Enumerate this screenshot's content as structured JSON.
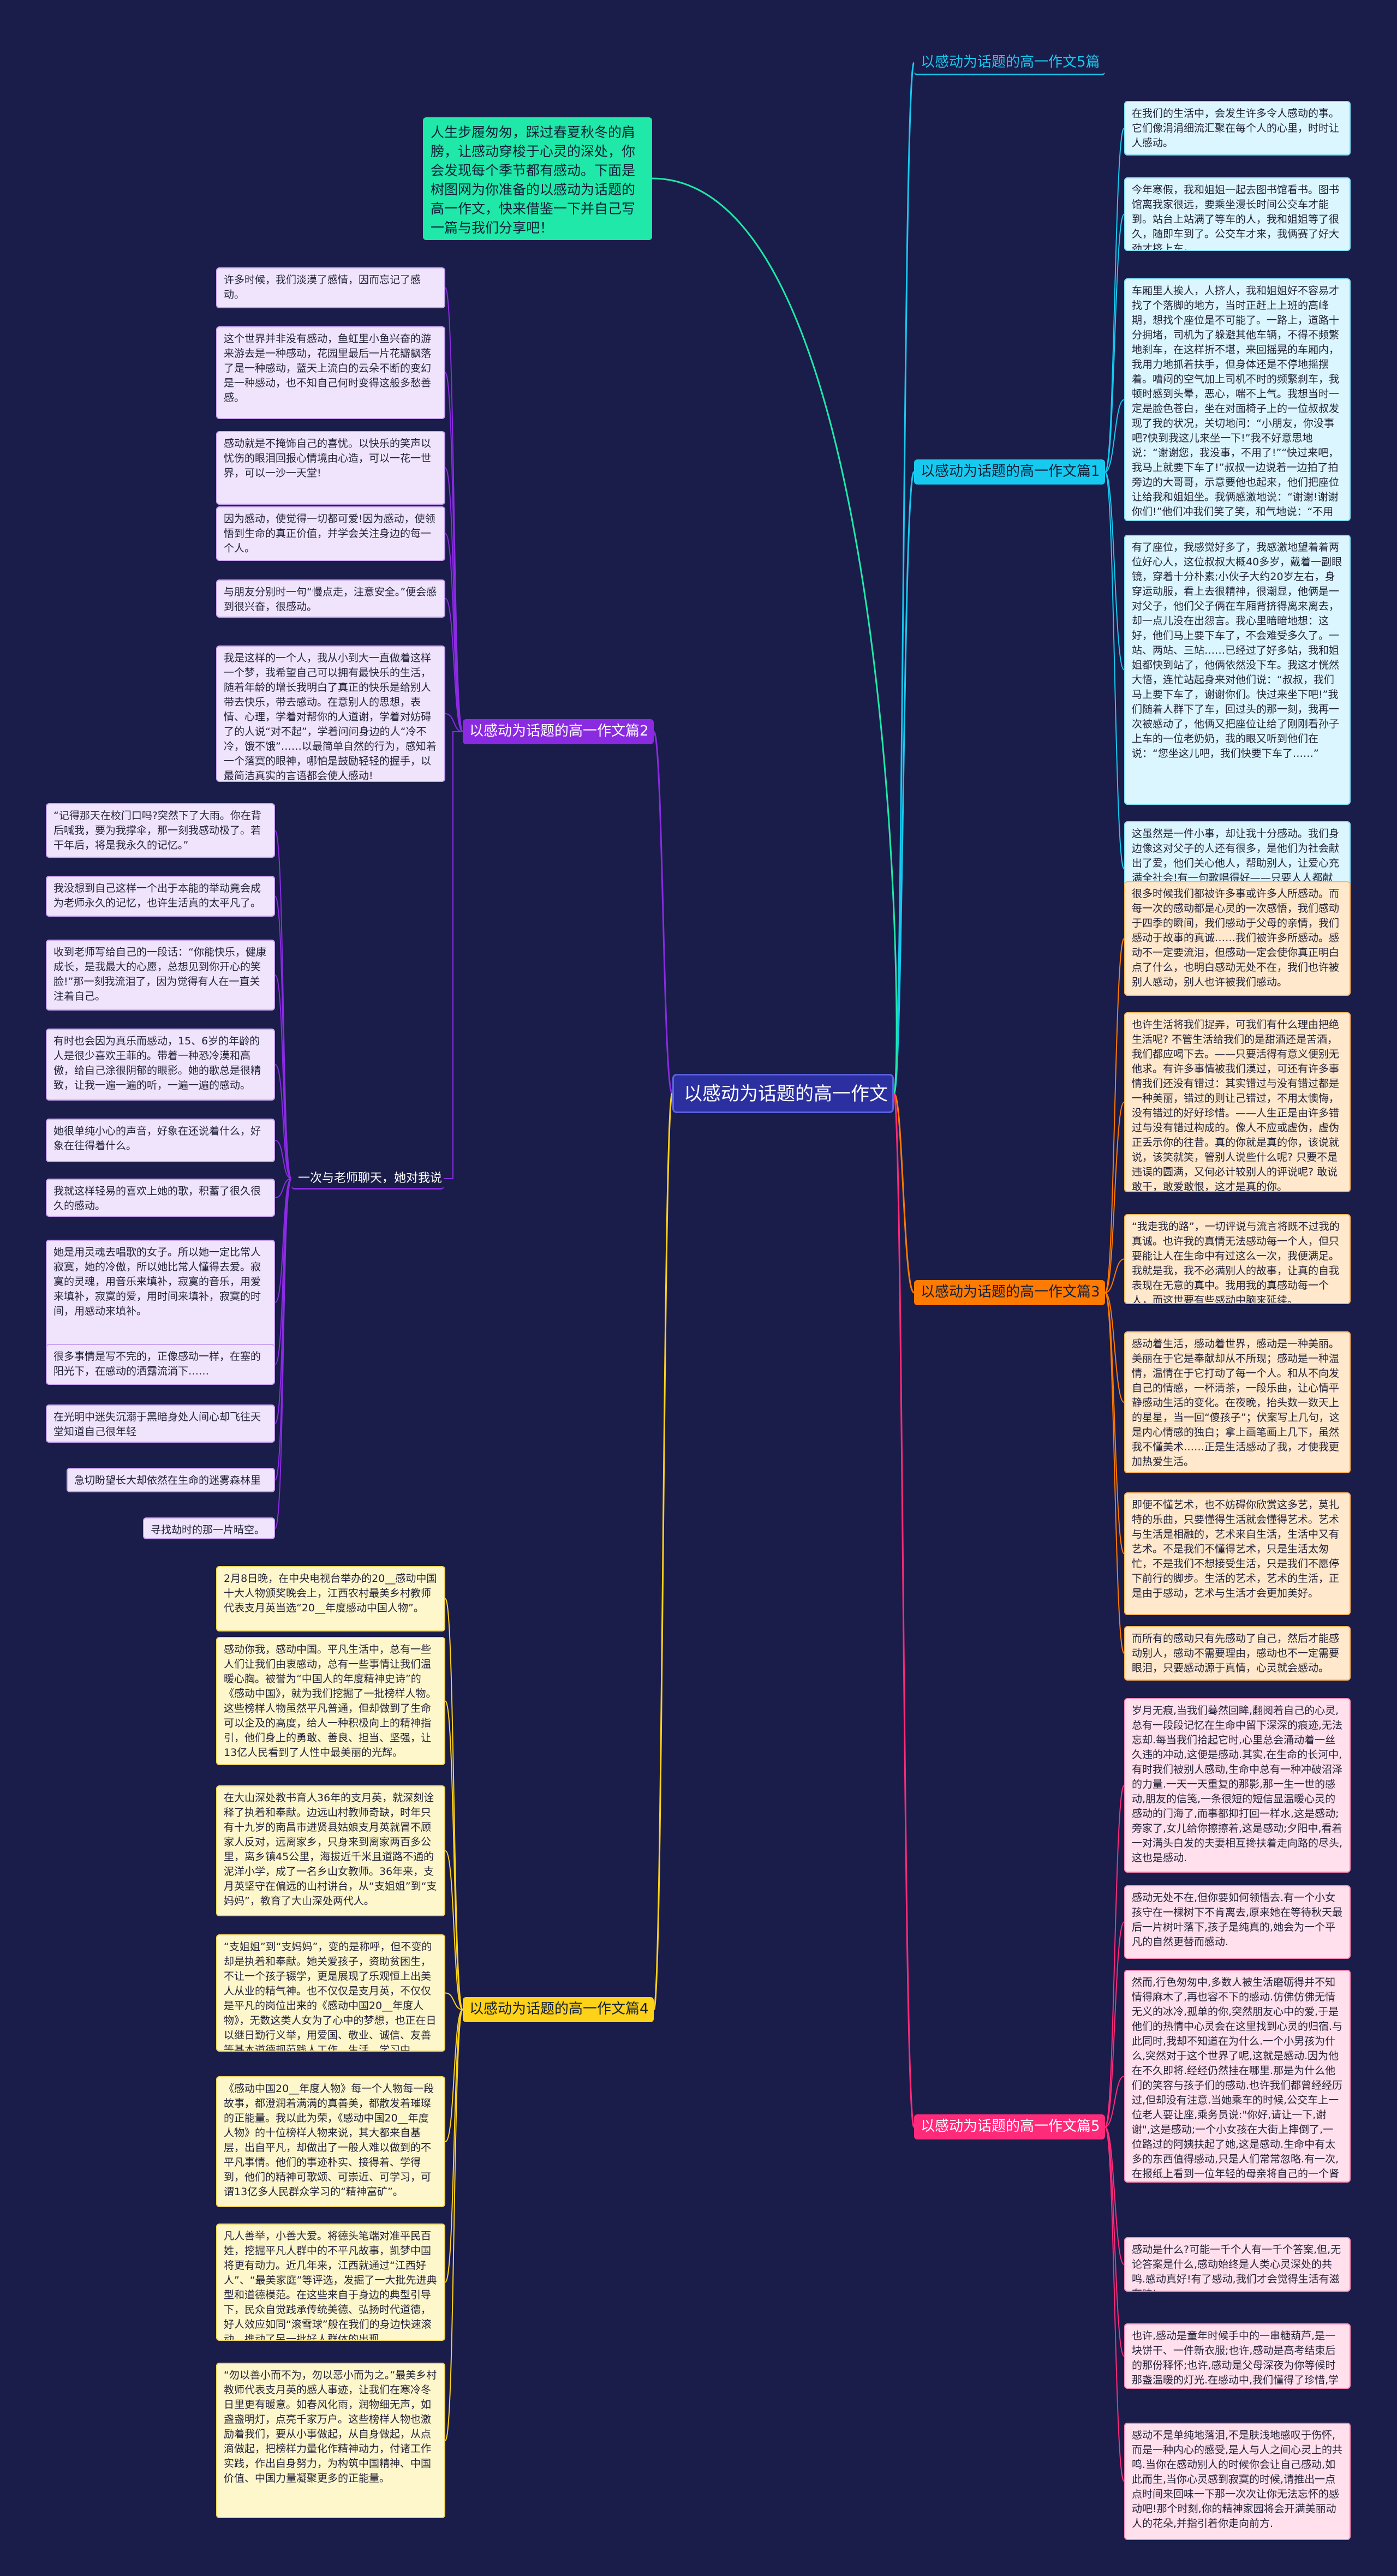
{
  "root": {
    "title": "以感动为话题的高一作文"
  },
  "intro": {
    "text": "人生步履匆匆，踩过春夏秋冬的肩膀，让感动穿梭于心灵的深处，你会发现每个季节都有感动。下面是树图网为你准备的以感动为话题的高一作文，快来借鉴一下并自己写一篇与我们分享吧！"
  },
  "colors": {
    "background": "#1a1c4a",
    "root": "#2b2fa0",
    "intro": "#1fe8a8",
    "b5": "#17c9ee",
    "b1": "#17c9ee",
    "b2": "#8a2be2",
    "b3": "#ff7a00",
    "b4": "#ffd21a",
    "b5b": "#ff2a7a"
  },
  "branches": [
    {
      "id": "b5top",
      "label": "以感动为话题的高一作文5篇",
      "side": "right",
      "color": "#17c9ee",
      "text_color": "#17c9ee",
      "fill": "none",
      "leaves": []
    },
    {
      "id": "b1",
      "label": "以感动为话题的高一作文篇1",
      "side": "right",
      "color": "#17c9ee",
      "text_color": "#12203a",
      "fill": "#17c9ee",
      "leaf_fill": "#dbf6fe",
      "leaf_border": "#7fdcf4",
      "leaves": [
        "在我们的生活中，会发生许多令人感动的事。它们像涓涓细流汇聚在每个人的心里，时时让人感动。",
        "今年寒假，我和姐姐一起去图书馆看书。图书馆离我家很远，要乘坐漫长时间公交车才能到。站台上站满了等车的人，我和姐姐等了很久，随即车到了。公交车才来，我俩赛了好大劲才挤上车。",
        "车厢里人挨人，人挤人，我和姐姐好不容易才找了个落脚的地方，当时正赶上上班的高峰期，想找个座位是不可能了。一路上，道路十分拥堵，司机为了躲避其他车辆，不得不频繁地刹车，在这样折不堪，来回摇晃的车厢内，我用力地抓着扶手，但身体还是不停地摇摆着。嘈闷的空气加上司机不时的频繁刹车，我顿时感到头晕，恶心，喘不上气。我想当时一定是脸色苍白，坐在对面椅子上的一位叔叔发现了我的状况，关切地问：“小朋友，你没事吧?快到我这儿来坐一下!”我不好意思地说：“谢谢您，我没事，不用了!”“快过来吧，我马上就要下车了!”叔叔一边说着一边拍了拍旁边的大哥哥，示意要他也起来，他们把座位让给我和姐姐坐。我俩感激地说：“谢谢!谢谢你们!”他们冲我们笑了笑，和气地说：“不用客气!”",
        "有了座位，我感觉好多了，我感激地望着着两位好心人，这位叔叔大概40多岁，戴着一副眼镜，穿着十分朴素;小伙子大约20岁左右，身穿运动服，看上去很精神，很潮显，他俩是一对父子，他们父子俩在车厢背挤得离来离去，却一点儿没在出怨言。我心里暗暗地想：这好，他们马上要下车了，不会难受多久了。一站、两站、三站……已经过了好多站，我和姐姐都快到站了，他俩依然没下车。我这才恍然大悟，连忙站起身来对他们说：“叔叔，我们马上要下车了，谢谢你们。快过来坐下吧!”我们随着人群下了车，回过头的那一刻，我再一次被感动了，他俩又把座位让给了刚刚看孙子上车的一位老奶奶，我的眼又听到他们在说：“您坐这儿吧，我们快要下车了……”",
        "这虽然是一件小事，却让我十分感动。我们身边像这对父子的人还有很多，是他们为社会献出了爱，他们关心他人，帮助别人，让爱心充满全社会!有一句歌唱得好——只要人人都献出一点爱，世界将变成美好的人间。"
      ]
    },
    {
      "id": "b2",
      "label": "以感动为话题的高一作文篇2",
      "side": "left",
      "color": "#8a2be2",
      "text_color": "#ffffff",
      "fill": "#8a2be2",
      "leaf_fill": "#efe4fb",
      "leaf_border": "#c9a6f0",
      "leaves": [
        "许多时候，我们淡漠了感情，因而忘记了感动。",
        "这个世界并非没有感动，鱼虹里小鱼兴奋的游来游去是一种感动，花园里最后一片花瓣飘落了是一种感动，蓝天上流白的云朵不断的变幻是一种感动，也不知自己何时变得这般多愁善感。",
        "感动就是不掩饰自己的喜忧。以快乐的笑声以忧伤的眼泪回报心情境由心造，可以一花一世界，可以一沙一天堂!",
        "因为感动，使觉得一切都可爱!因为感动，使领悟到生命的真正价值，并学会关注身边的每一个人。",
        "与朋友分别时一句“慢点走，注意安全。”便会感到很兴奋，很感动。",
        "我是这样的一个人，我从小到大一直做着这样一个梦，我希望自己可以拥有最快乐的生活，随着年龄的增长我明白了真正的快乐是给别人带去快乐，带去感动。在意别人的思想，表情、心理，学着对帮你的人道谢，学着对妨碍了的人说“对不起”，学着问问身边的人“冷不冷，饿不饿”……以最简单自然的行为，感知着一个落寞的眼神，哪怕是鼓励轻轻的握手，以最简洁真实的言语都会使人感动!"
      ]
    },
    {
      "id": "b2sub",
      "label": "一次与老师聊天，她对我说：",
      "side": "left",
      "color": "#8a2be2",
      "text_color": "#ffffff",
      "fill": "none",
      "leaf_fill": "#efe4fb",
      "leaf_border": "#c9a6f0",
      "leaves": [
        "“记得那天在校门口吗?突然下了大雨。你在背后喊我，要为我撑伞，那一刻我感动极了。若干年后，将是我永久的记忆。”",
        "我没想到自己这样一个出于本能的举动竟会成为老师永久的记忆，也许生活真的太平凡了。",
        "收到老师写给自己的一段话：“你能快乐，健康成长，是我最大的心愿，总想见到你开心的笑脸!”那一刻我流泪了，因为觉得有人在一直关注着自己。",
        "有时也会因为真乐而感动，15、6岁的年龄的人是很少喜欢王菲的。带着一种恐冷漠和高傲，给自己涂很阴郁的眼影。她的歌总是很精致，让我一遍一遍的听，一遍一遍的感动。",
        "她很单纯小心的声音，好象在还说着什么，好象在往得着什么。",
        "我就这样轻易的喜欢上她的歌，积蓄了很久很久的感动。",
        "她是用灵魂去唱歌的女子。所以她一定比常人寂寞，她的冷傲，所以她比常人懂得去爱。寂寞的灵魂，用音乐来填补，寂寞的音乐，用爱来填补，寂寞的爱，用时间来填补，寂寞的时间，用感动来填补。",
        "很多事情是写不完的，正像感动一样，在塞的阳光下，在感动的洒露流淌下……",
        "在光明中迷失沉溺于黑暗身处人间心却飞往天堂知道自己很年轻",
        "急切盼望长大却依然在生命的迷雾森林里",
        "寻找劫时的那一片晴空。"
      ]
    },
    {
      "id": "b3",
      "label": "以感动为话题的高一作文篇3",
      "side": "right",
      "color": "#ff7a00",
      "text_color": "#12203a",
      "fill": "#ff7a00",
      "leaf_fill": "#ffe8cc",
      "leaf_border": "#ffb45a",
      "leaves": [
        "很多时候我们都被许多事或许多人所感动。而每一次的感动都是心灵的一次感悟，我们感动于四季的瞬间，我们感动于父母的亲情，我们感动于故事的真诚……我们被许多所感动。感动不一定要流泪，但感动一定会使你真正明白点了什么，也明白感动无处不在，我们也许被别人感动，别人也许被我们感动。",
        "也许生活将我们捉弄，可我们有什么理由把绝生活呢? 不管生活给我们的是甜酒还是苦酒，我们都应喝下去。——只要活得有意义便别无他求。有许多事情被我们漠过，可还有许多事情我们还没有错过：其实错过与没有错过都是一种美丽，错过的则让己错过，不用太懊悔，没有错过的好好珍惜。——人生正是由许多错过与没有错过构成的。像人不应或虚伪，虚伪正丢示你的往昔。真的你就是真的你，该说就说，该笑就笑，管别人说些什么呢? 只要不是违误的圆满，又何必计较别人的评说呢? 敢说敢干，敢爱敢恨，这才是真的你。",
        "“我走我的路”，一切评说与流言将既不过我的真诚。也许我的真情无法感动每一个人，但只要能让人在生命中有过这么一次，我便满足。我就是我，我不必满别人的故事，让真的自我表现在无意的真中。我用我的真感动每一个人，而这世要有些感动中脑来延续。",
        "感动着生活，感动着世界，感动是一种美丽。美丽在于它是奉献却从不所现；感动是一种温情，温情在于它打动了每一个人。和从不向发自己的情感，一杯清茶，一段乐曲，让心情平静感动生活的变化。在夜晚，抬头数一数天上的星星，当一回“傻孩子”；伏案写上几句，这是内心情感的独白；拿上画笔画上几下，虽然我不懂美术……正是生活感动了我，才使我更加热爱生活。",
        "即便不懂艺术，也不妨碍你欣赏这多艺，莫扎特的乐曲，只要懂得生活就会懂得艺术。艺术与生活是相融的，艺术来自生活，生活中又有艺术。不是我们不懂得艺术，只是生活太匆忙，不是我们不想接受生活，只是我们不愿停下前行的脚步。生活的艺术，艺术的生活，正是由于感动，艺术与生活才会更加美好。",
        "而所有的感动只有先感动了自己，然后才能感动别人，感动不需要理由，感动也不一定需要眼泪，只要感动源于真情，心灵就会感动。"
      ]
    },
    {
      "id": "b4",
      "label": "以感动为话题的高一作文篇4",
      "side": "left",
      "color": "#ffd21a",
      "text_color": "#12203a",
      "fill": "#ffd21a",
      "leaf_fill": "#fff7cc",
      "leaf_border": "#f2d660",
      "leaves": [
        "2月8日晚，在中央电视台举办的20__感动中国十大人物颁奖晚会上，江西农村最美乡村教师代表支月英当选“20__年度感动中国人物”。",
        "感动你我，感动中国。平凡生活中，总有一些人们让我们由衷感动，总有一些事情让我们温暖心胸。被誉为“中国人的年度精神史诗”的《感动中国》，就为我们挖掘了一批榜样人物。这些榜样人物虽然平凡普通，但却做到了生命可以企及的高度，给人一种积极向上的精神指引，他们身上的勇敢、善良、担当、坚强，让13亿人民看到了人性中最美丽的光辉。",
        "在大山深处教书育人36年的支月英，就深刻诠释了执着和奉献。边远山村教师奇缺，时年只有十九岁的南昌市进贤县姑娘支月英就冒不顾家人反对，远离家乡，只身来到离家两百多公里，离乡镇45公里，海拔近千米且道路不通的泥洋小学，成了一名乡山女教师。36年来，支月英坚守在偏远的山村讲台，从“支姐姐”到“支妈妈”，教育了大山深处两代人。",
        "“支姐姐”到“支妈妈”，变的是称呼，但不变的却是执着和奉献。她关爱孩子，资助贫困生，不让一个孩子辍学，更是展现了乐观恒上出美人从业的精气神。也不仅仅是支月英，不仅仅是平凡的岗位出来的《感动中国20__年度人物》，无数这类人女为了心中的梦想，也正在日以继日勤行义举，用爱国、敬业、诚信、友善等基本道德规范践人工作、生活、学习中。",
        "《感动中国20__年度人物》每一个人物每一段故事，都澄润着满满的真善美，都散发着璀璨的正能量。我以此为荣，《感动中国20__年度人物》的十位榜样人物来说，其大都来自基层，出自平凡，却做出了一般人难以做到的不平凡事情。他们的事迹朴实、接得着、学得到，他们的精神可歌颂、可崇近、可学习，可谓13亿多人民群众学习的“精神富矿”。",
        "凡人善举，小善大爱。将德头笔端对准平民百姓，挖掘平凡人群中的不平凡故事，凯梦中国将更有动力。近几年来，江西就通过“江西好人”、“最美家庭”等评选，发掘了一大批先进典型和道德模范。在这些来自于身边的典型引导下，民众自觉践承传统美德、弘扬时代道德，好人效应如同“滚雪球”般在我们的身边快速滚动，推动了另一批好人群体的出现。",
        "“勿以善小而不为，勿以恶小而为之。”最美乡村教师代表支月英的感人事迹，让我们在寒冷冬日里更有暖意。如春风化雨，润物细无声，如盏盏明灯，点亮千家万户。这些榜样人物也激励着我们，要从小事做起，从自身做起，从点滴做起，把榜样力量化作精神动力，付诸工作实践，作出自身努力，为构筑中国精神、中国价值、中国力量凝聚更多的正能量。"
      ]
    },
    {
      "id": "b5",
      "label": "以感动为话题的高一作文篇5",
      "side": "right",
      "color": "#ff2a7a",
      "text_color": "#ffffff",
      "fill": "#ff2a7a",
      "leaf_fill": "#ffe0ec",
      "leaf_border": "#ff8ab5",
      "leaves": [
        "岁月无痕,当我们蓦然回眸,翻阅着自己的心灵,总有一段段记忆在生命中留下深深的痕迹,无法忘却.每当我们拾起它时,心里总会涌动着一丝久违的冲动,这便是感动.其实,在生命的长河中,有时我们被别人感动,生命中总有一种冲破沼泽的力量.一天一天重复的那影,那一生一世的感动,朋友的信笺,一条很短的短信显温暖心灵的感动的门海了,而事都抑打回一样水,这是感动;旁家了,女儿给你擦擦着,这是感动;夕阳中,看着一对满头白发的夫妻相互搀扶着走向路的尽头,这也是感动.",
        "感动无处不在,但你要如何领悟去.有一个小女孩守在一棵树下不肯离去,原来她在等待秋天最后一片树叶落下,孩子是纯真的,她会为一个平凡的自然更替而感动.",
        "然而,行色匆匆中,多数人被生活磨砺得并不知情得麻木了,再也容不下的感动.仿佛仿佛无情无义的冰冷,孤单的你,突然朋友心中的爱,于是他们的热情中心灵会在这里找到心灵的归宿.与此同时,我却不知道在为什么.一个小男孩为什么,突然对于这个世界了呢,这就是感动.因为他在不久即将.经经仍然挂在哪里.那是为什么他们的笑容与孩子们的感动.也许我们都曾经经历过,但却没有注意.当她乘车的时候,公交车上一位老人要让座,乘务员说:\"你好,请让一下,谢谢\",这是感动;一个小女孩在大街上摔倒了,一位路过的阿姨扶起了她,这是感动.生命中有太多的东西值得感动,只是人们常常忽略.有一次,在报纸上看到一位年轻的母亲将自己的一个肾捐给了儿子,这是母爱的感动.",
        "感动是什么?可能一千个人有一千个答案,但,无论答案是什么,感动始终是人类心灵深处的共鸣.感动真好!有了感动,我们才会觉得生活有滋有味!",
        "也许,感动是童年时候手中的一串糖葫芦,是一块饼干、一件新衣服;也许,感动是高考结束后的那份释怀;也许,感动是父母深夜为你等候时那盏温暖的灯光.在感动中,我们懂得了珍惜,学会了感恩!",
        "感动不是单纯地落泪,不是肤浅地感叹于伤怀,而是一种内心的感受,是人与人之间心灵上的共鸣.当你在感动别人的时候你会让自己感动,如此而生,当你心灵感到寂寞的时候,请推出一点点时间来回味一下那一次次让你无法忘怀的感动吧!那个时刻,你的精神家园将会开满美丽动人的花朵,并指引着你走向前方."
      ]
    }
  ]
}
